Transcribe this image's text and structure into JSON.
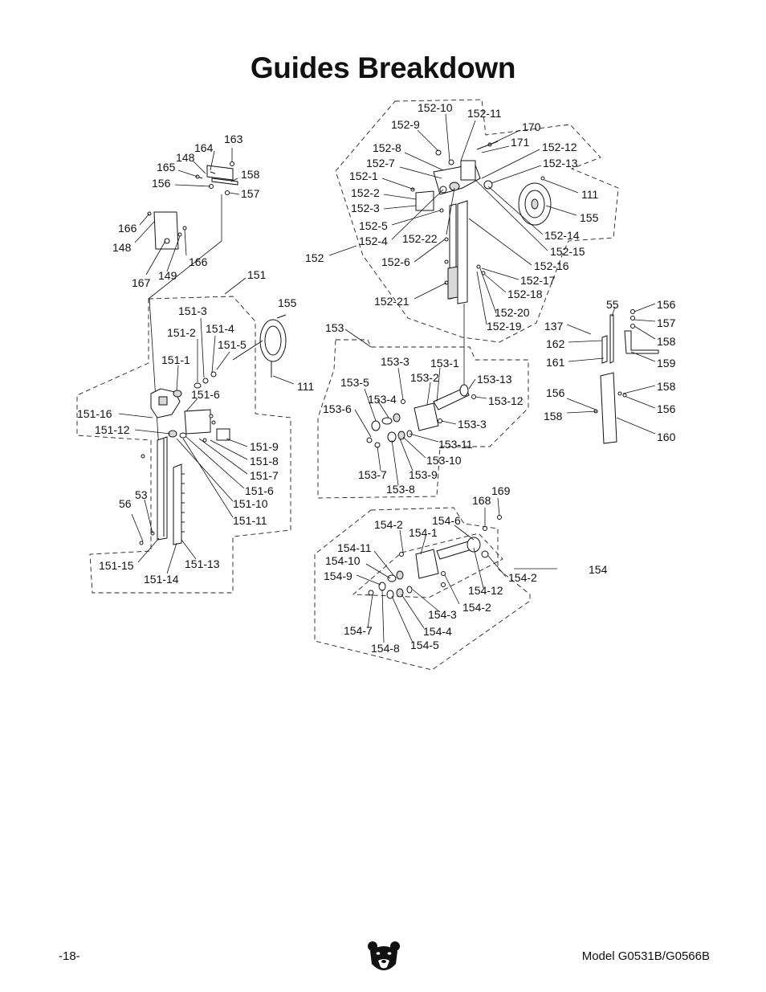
{
  "title": "Guides Breakdown",
  "footer": {
    "page": "-18-",
    "model": "Model G0531B/G0566B"
  },
  "callouts": [
    {
      "id": "c1",
      "text": "163"
    },
    {
      "id": "c2",
      "text": "164"
    },
    {
      "id": "c3",
      "text": "148"
    },
    {
      "id": "c4",
      "text": "165"
    },
    {
      "id": "c5",
      "text": "156"
    },
    {
      "id": "c6",
      "text": "158"
    },
    {
      "id": "c7",
      "text": "157"
    },
    {
      "id": "c8",
      "text": "166"
    },
    {
      "id": "c9",
      "text": "148"
    },
    {
      "id": "c10",
      "text": "166"
    },
    {
      "id": "c11",
      "text": "167"
    },
    {
      "id": "c12",
      "text": "149"
    },
    {
      "id": "c13",
      "text": "151"
    },
    {
      "id": "c14",
      "text": "155"
    },
    {
      "id": "c15",
      "text": "151-3"
    },
    {
      "id": "c16",
      "text": "151-2"
    },
    {
      "id": "c17",
      "text": "151-4"
    },
    {
      "id": "c18",
      "text": "151-5"
    },
    {
      "id": "c19",
      "text": "151-1"
    },
    {
      "id": "c20",
      "text": "111"
    },
    {
      "id": "c21",
      "text": "151-6"
    },
    {
      "id": "c22",
      "text": "151-16"
    },
    {
      "id": "c23",
      "text": "151-12"
    },
    {
      "id": "c24",
      "text": "151-9"
    },
    {
      "id": "c25",
      "text": "151-8"
    },
    {
      "id": "c26",
      "text": "151-7"
    },
    {
      "id": "c27",
      "text": "151-6"
    },
    {
      "id": "c28",
      "text": "151-10"
    },
    {
      "id": "c29",
      "text": "151-11"
    },
    {
      "id": "c30",
      "text": "53"
    },
    {
      "id": "c31",
      "text": "56"
    },
    {
      "id": "c32",
      "text": "151-15"
    },
    {
      "id": "c33",
      "text": "151-13"
    },
    {
      "id": "c34",
      "text": "151-14"
    },
    {
      "id": "c35",
      "text": "152-10"
    },
    {
      "id": "c36",
      "text": "152-11"
    },
    {
      "id": "c37",
      "text": "152-9"
    },
    {
      "id": "c38",
      "text": "170"
    },
    {
      "id": "c39",
      "text": "171"
    },
    {
      "id": "c40",
      "text": "152-8"
    },
    {
      "id": "c41",
      "text": "152-12"
    },
    {
      "id": "c42",
      "text": "152-7"
    },
    {
      "id": "c43",
      "text": "152-13"
    },
    {
      "id": "c44",
      "text": "152-1"
    },
    {
      "id": "c45",
      "text": "152-2"
    },
    {
      "id": "c46",
      "text": "111"
    },
    {
      "id": "c47",
      "text": "152-3"
    },
    {
      "id": "c48",
      "text": "155"
    },
    {
      "id": "c49",
      "text": "152-5"
    },
    {
      "id": "c50",
      "text": "152-14"
    },
    {
      "id": "c51",
      "text": "152-4"
    },
    {
      "id": "c52",
      "text": "152-22"
    },
    {
      "id": "c53",
      "text": "152-15"
    },
    {
      "id": "c54",
      "text": "152"
    },
    {
      "id": "c55",
      "text": "152-6"
    },
    {
      "id": "c56",
      "text": "152-16"
    },
    {
      "id": "c57",
      "text": "152-17"
    },
    {
      "id": "c58",
      "text": "152-18"
    },
    {
      "id": "c59",
      "text": "152-21"
    },
    {
      "id": "c60",
      "text": "152-20"
    },
    {
      "id": "c61",
      "text": "152-19"
    },
    {
      "id": "c62",
      "text": "55"
    },
    {
      "id": "c63",
      "text": "156"
    },
    {
      "id": "c64",
      "text": "137"
    },
    {
      "id": "c65",
      "text": "157"
    },
    {
      "id": "c66",
      "text": "162"
    },
    {
      "id": "c67",
      "text": "158"
    },
    {
      "id": "c68",
      "text": "161"
    },
    {
      "id": "c69",
      "text": "159"
    },
    {
      "id": "c70",
      "text": "158"
    },
    {
      "id": "c71",
      "text": "156"
    },
    {
      "id": "c72",
      "text": "156"
    },
    {
      "id": "c73",
      "text": "158"
    },
    {
      "id": "c74",
      "text": "160"
    },
    {
      "id": "c75",
      "text": "153"
    },
    {
      "id": "c76",
      "text": "153-3"
    },
    {
      "id": "c77",
      "text": "153-1"
    },
    {
      "id": "c78",
      "text": "153-2"
    },
    {
      "id": "c79",
      "text": "153-13"
    },
    {
      "id": "c80",
      "text": "153-5"
    },
    {
      "id": "c81",
      "text": "153-4"
    },
    {
      "id": "c82",
      "text": "153-12"
    },
    {
      "id": "c83",
      "text": "153-6"
    },
    {
      "id": "c84",
      "text": "153-3"
    },
    {
      "id": "c85",
      "text": "153-11"
    },
    {
      "id": "c86",
      "text": "153-10"
    },
    {
      "id": "c87",
      "text": "153-7"
    },
    {
      "id": "c88",
      "text": "153-9"
    },
    {
      "id": "c89",
      "text": "153-8"
    },
    {
      "id": "c90",
      "text": "169"
    },
    {
      "id": "c91",
      "text": "168"
    },
    {
      "id": "c92",
      "text": "154-6"
    },
    {
      "id": "c93",
      "text": "154-2"
    },
    {
      "id": "c94",
      "text": "154-1"
    },
    {
      "id": "c95",
      "text": "154-11"
    },
    {
      "id": "c96",
      "text": "154-10"
    },
    {
      "id": "c97",
      "text": "154"
    },
    {
      "id": "c98",
      "text": "154-9"
    },
    {
      "id": "c99",
      "text": "154-2"
    },
    {
      "id": "c100",
      "text": "154-12"
    },
    {
      "id": "c101",
      "text": "154-2"
    },
    {
      "id": "c102",
      "text": "154-3"
    },
    {
      "id": "c103",
      "text": "154-7"
    },
    {
      "id": "c104",
      "text": "154-4"
    },
    {
      "id": "c105",
      "text": "154-5"
    },
    {
      "id": "c106",
      "text": "154-8"
    }
  ]
}
